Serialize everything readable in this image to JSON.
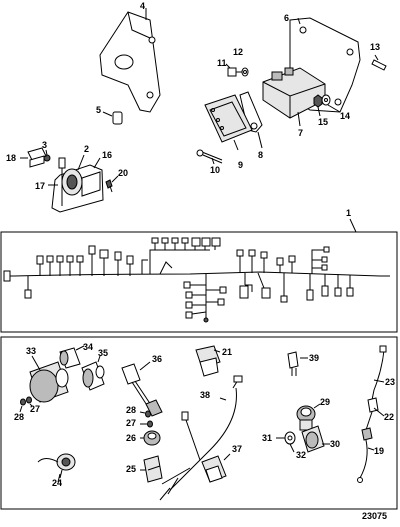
{
  "diagram": {
    "drawing_number": "23075",
    "callouts": {
      "c1": "1",
      "c2": "2",
      "c3": "3",
      "c4": "4",
      "c5": "5",
      "c6": "6",
      "c7": "7",
      "c8": "8",
      "c9": "9",
      "c10": "10",
      "c11": "11",
      "c12": "12",
      "c13": "13",
      "c14": "14",
      "c15": "15",
      "c16": "16",
      "c17": "17",
      "c18": "18",
      "c19": "19",
      "c20": "20",
      "c21": "21",
      "c22": "22",
      "c23": "23",
      "c24": "24",
      "c25": "25",
      "c26": "26",
      "c27": "27",
      "c27b": "27",
      "c28": "28",
      "c28b": "28",
      "c29": "29",
      "c30": "30",
      "c31": "31",
      "c32": "32",
      "c33": "33",
      "c34": "34",
      "c35": "35",
      "c36": "36",
      "c37": "37",
      "c38": "38",
      "c39": "39"
    }
  }
}
